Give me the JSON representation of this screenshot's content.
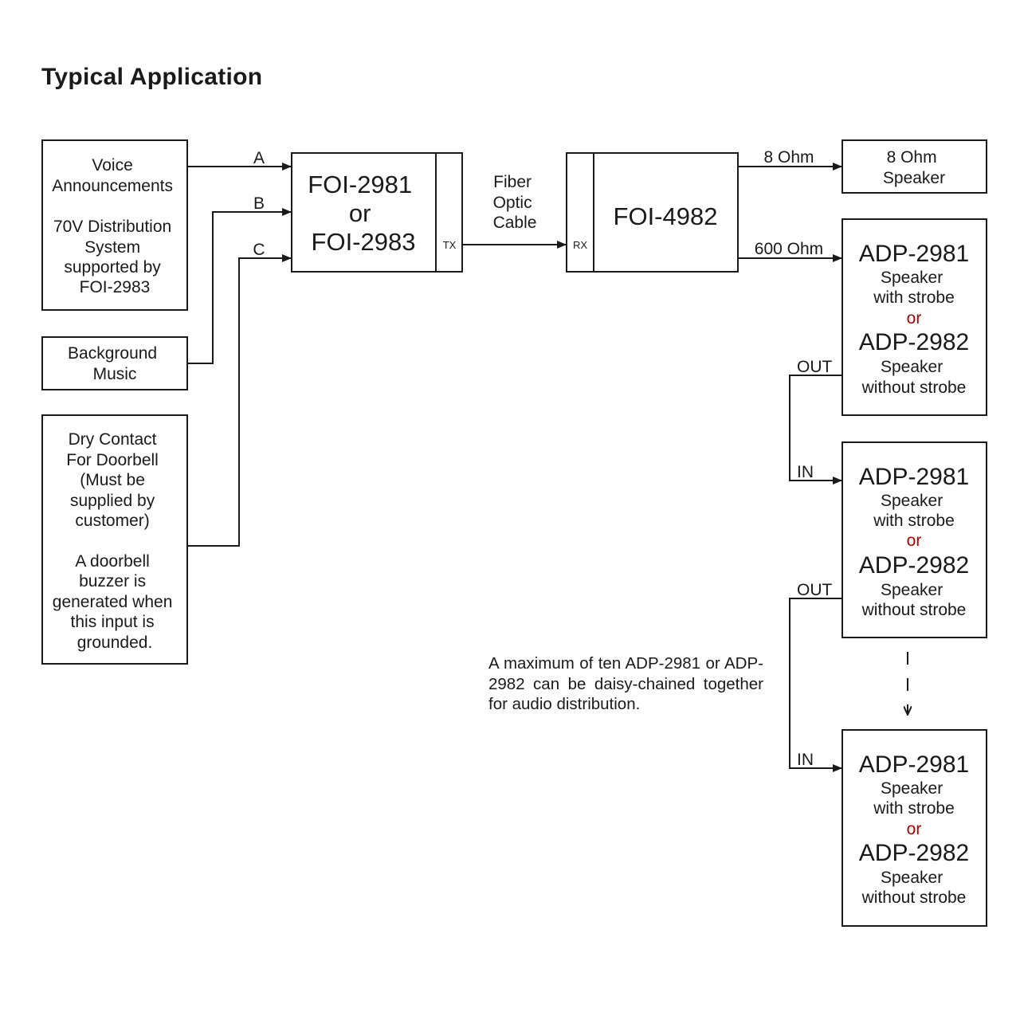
{
  "title": "Typical Application",
  "sources": {
    "voice": [
      "Voice",
      "Announcements",
      "",
      "70V Distribution",
      "System",
      "supported by",
      "FOI-2983"
    ],
    "music": [
      "Background",
      "Music"
    ],
    "doorbell": [
      "Dry Contact",
      "For Doorbell",
      "(Must be",
      "supplied by",
      "customer)",
      "",
      "A doorbell",
      "buzzer is",
      "generated when",
      "this input is",
      "grounded."
    ]
  },
  "inputs": {
    "a": "A",
    "b": "B",
    "c": "C"
  },
  "transmitter": {
    "line1": "FOI-2981",
    "line2": "or",
    "line3": "FOI-2983",
    "port": "TX"
  },
  "cable": [
    "Fiber",
    "Optic",
    "Cable"
  ],
  "receiver": {
    "label": "FOI-4982",
    "port": "RX"
  },
  "outputs": {
    "ohm8": "8 Ohm",
    "ohm600": "600 Ohm"
  },
  "speaker8": [
    "8 Ohm",
    "Speaker"
  ],
  "speaker_unit": {
    "model_a": "ADP-2981",
    "desc_a": [
      "Speaker",
      "with strobe"
    ],
    "or": "or",
    "model_b": "ADP-2982",
    "desc_b": [
      "Speaker",
      "without strobe"
    ]
  },
  "ports": {
    "out": "OUT",
    "in": "IN"
  },
  "note": "A maximum of ten ADP-2981 or ADP-2982 can be daisy-chained together for audio distribution.",
  "colors": {
    "line": "#1a1a1a",
    "or_accent": "#b00000"
  }
}
